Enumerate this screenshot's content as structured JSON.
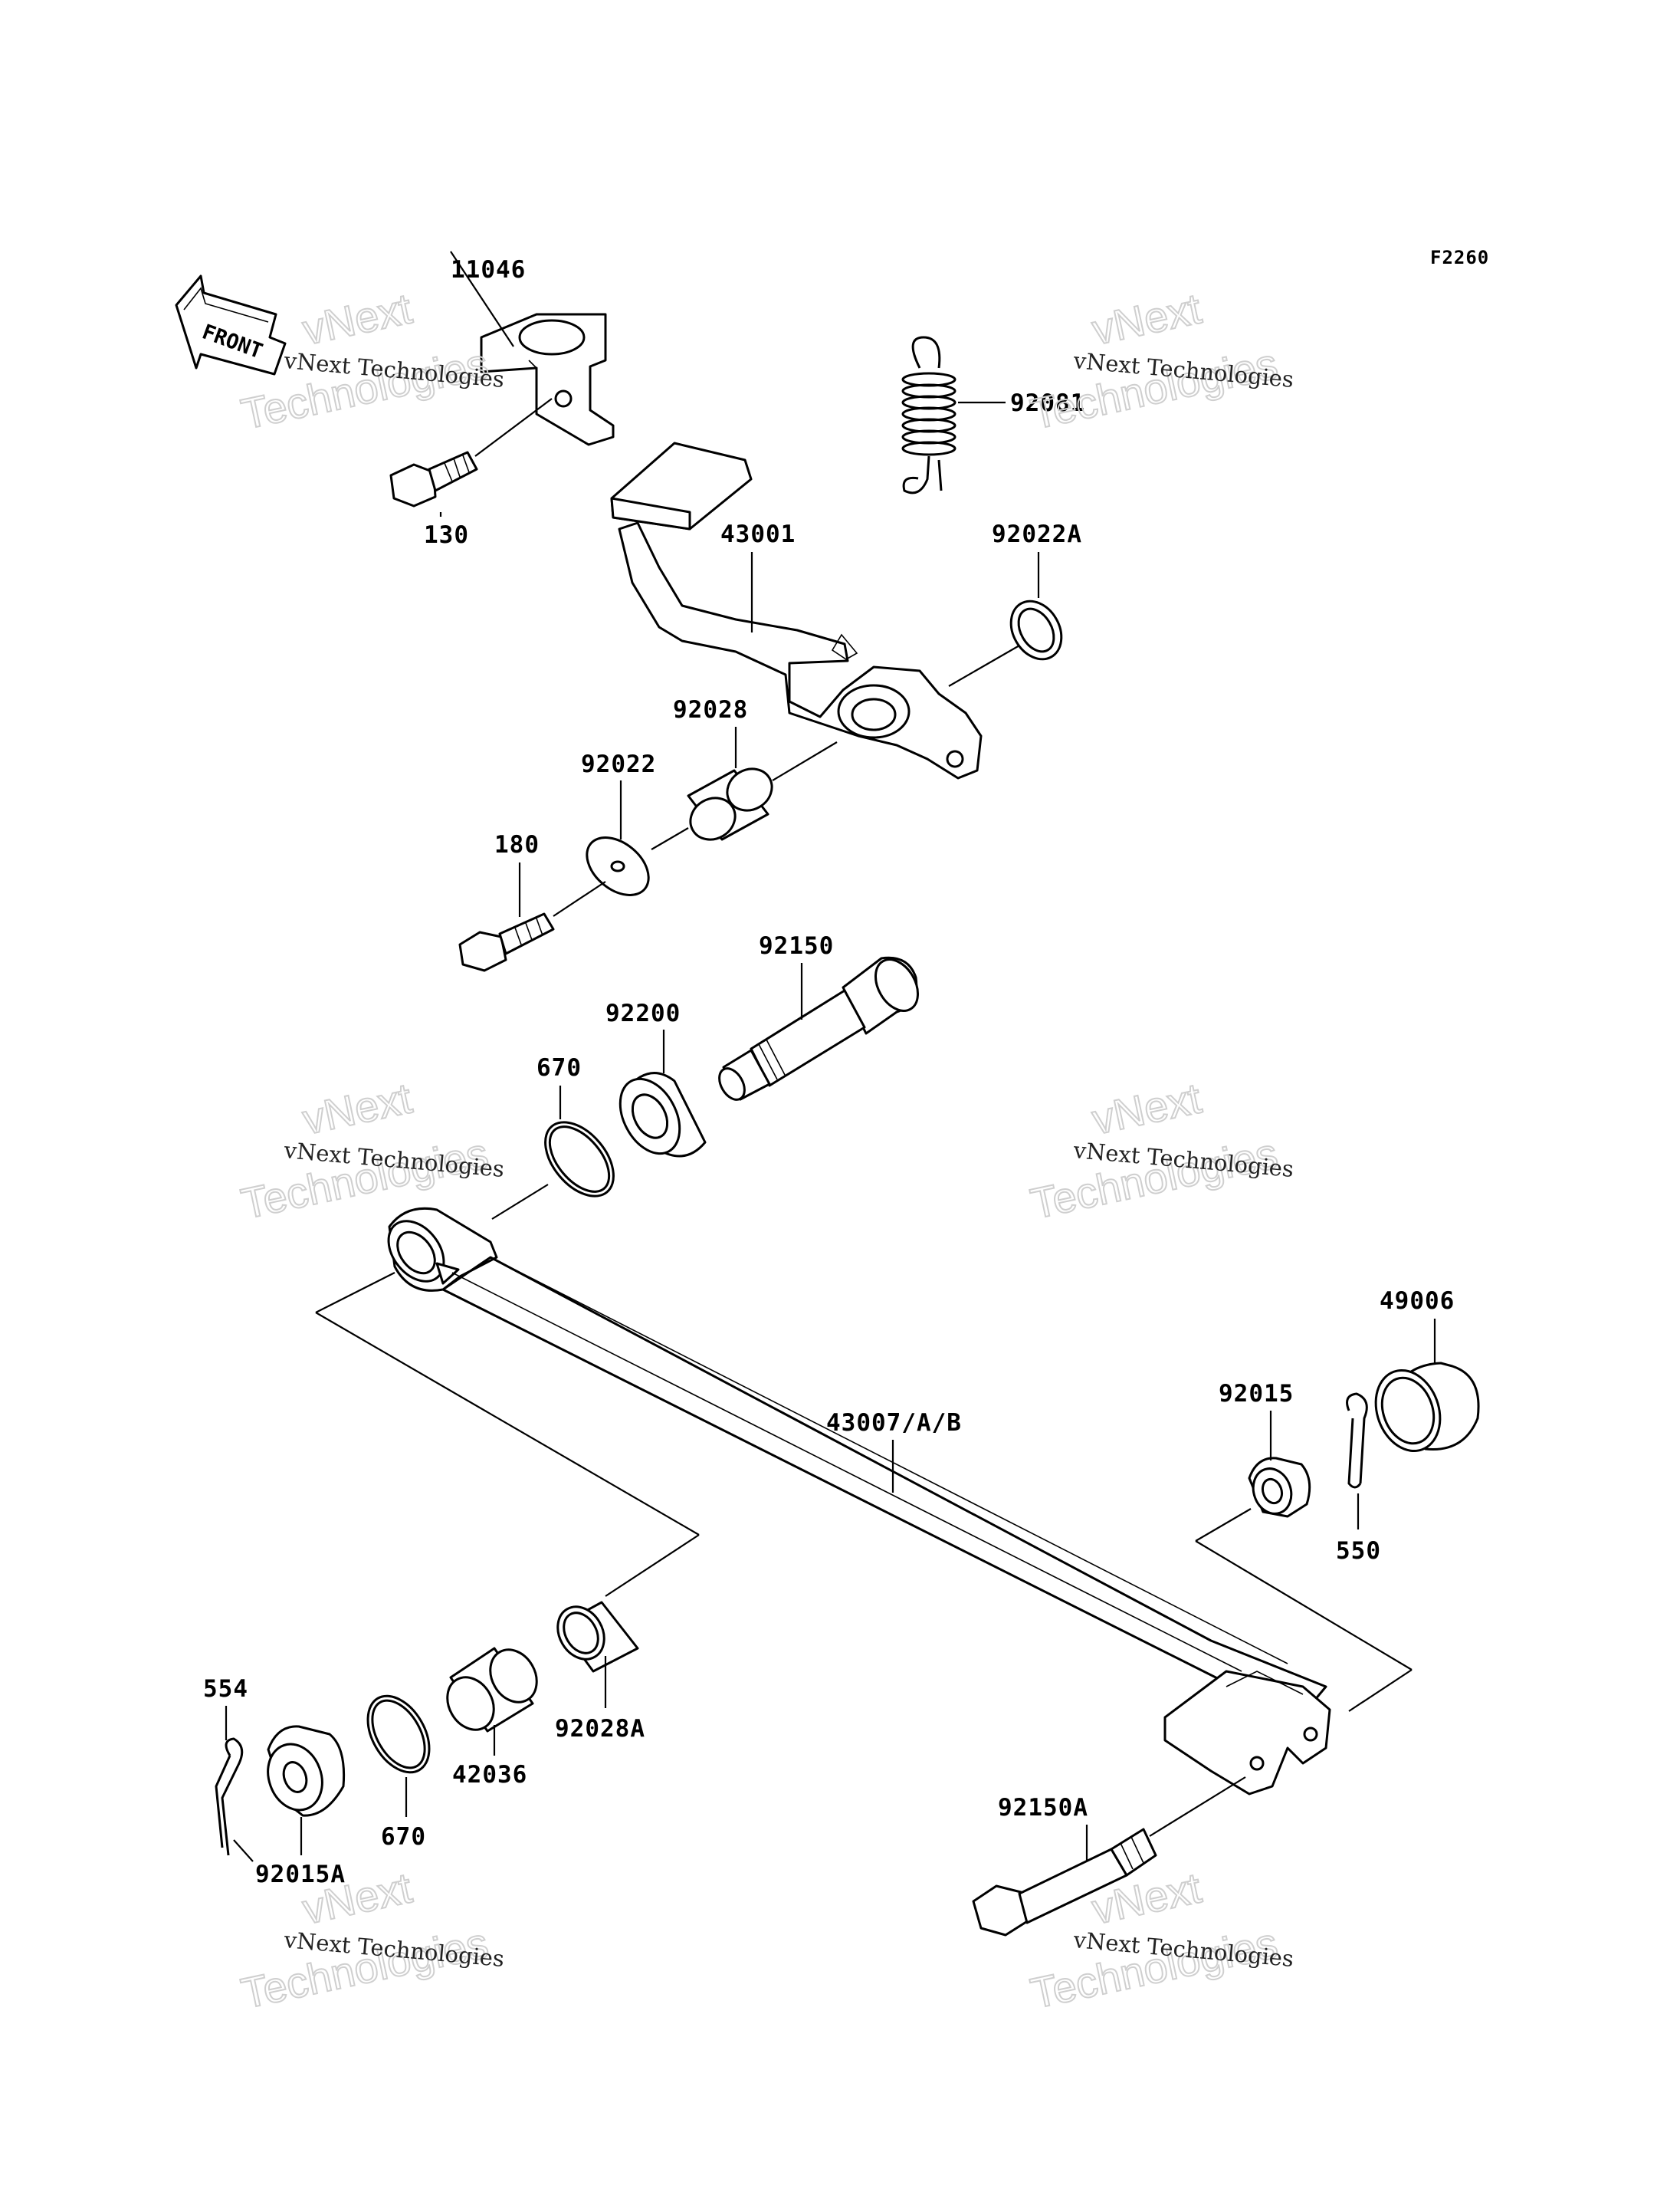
{
  "diagram_code": "F2260",
  "front_label": "FRONT",
  "watermark": {
    "line1": "vNext Technologies",
    "big_top": "vNext",
    "big_bottom": "Technologies"
  },
  "labels": {
    "p11046": "11046",
    "p130": "130",
    "p92081": "92081",
    "p43001": "43001",
    "p92022A": "92022A",
    "p92028": "92028",
    "p92022": "92022",
    "p180": "180",
    "p92150": "92150",
    "p92200": "92200",
    "p670a": "670",
    "p49006": "49006",
    "p92015": "92015",
    "p43007": "43007/A/B",
    "p550": "550",
    "p554": "554",
    "p92028A": "92028A",
    "p42036": "42036",
    "p670b": "670",
    "p92015A": "92015A",
    "p92150A": "92150A"
  }
}
